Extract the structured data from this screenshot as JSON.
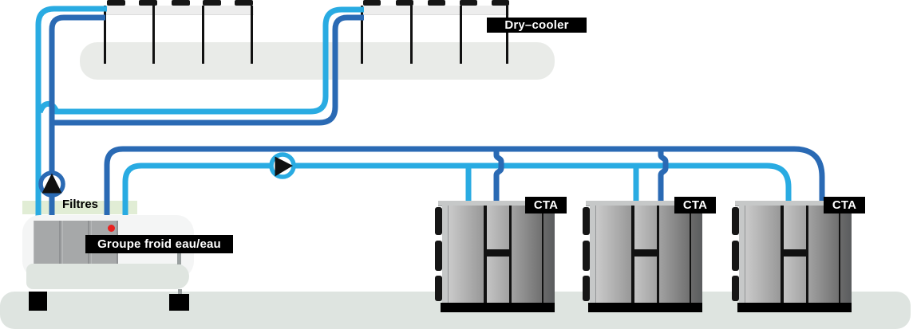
{
  "labels": {
    "dry_cooler": "Dry–cooler",
    "filters": "Filtres",
    "chiller": "Groupe froid eau/eau",
    "cta": [
      "CTA",
      "CTA",
      "CTA"
    ]
  },
  "colors": {
    "pipe_cold": "#29abe2",
    "pipe_warm": "#2a6ab4",
    "label_bg": "#000000",
    "label_text": "#ffffff",
    "filter_band": "#e1edd5",
    "floor": "#dee4e0",
    "plenum": "#e9ebe8",
    "equipment_gray": "#a6a8a9",
    "cabinet_dark": "#5a5c5e",
    "indicator_red": "#e9211f"
  },
  "icons": {
    "pump_primary": "pump-triangle-up-icon",
    "pump_secondary": "pump-triangle-right-icon",
    "crossover": "pipe-jump-over-mark"
  }
}
